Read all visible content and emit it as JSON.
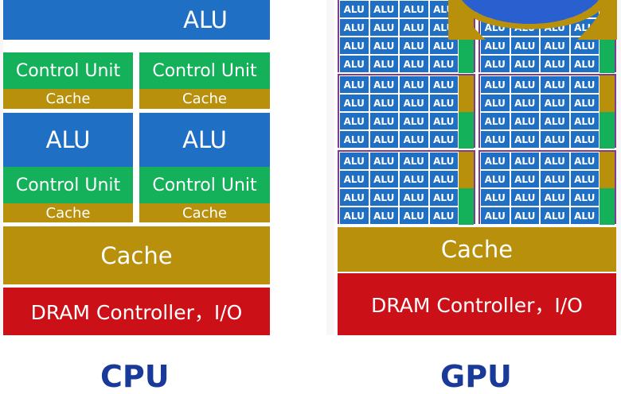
{
  "cpu": {
    "title": "CPU",
    "alu_label": "ALU",
    "control_unit_label": "Control Unit",
    "cache_small_label": "Cache",
    "cache_label": "Cache",
    "dram_label": "DRAM Controller，I/O"
  },
  "gpu": {
    "title": "GPU",
    "alu_label": "ALU",
    "cache_label": "Cache",
    "dram_label": "DRAM Controller，I/O",
    "grid": {
      "block_rows": 3,
      "block_cols": 2,
      "alu_rows_per_block": 4,
      "alu_cols_per_block": 4
    }
  },
  "colors": {
    "alu": "#1f6fc4",
    "control_unit": "#14b05a",
    "cache": "#b8900b",
    "dram": "#cc1018",
    "block_border": "#7e3b8f",
    "title": "#1a3a9a",
    "overlay": "#2a5fd0"
  }
}
